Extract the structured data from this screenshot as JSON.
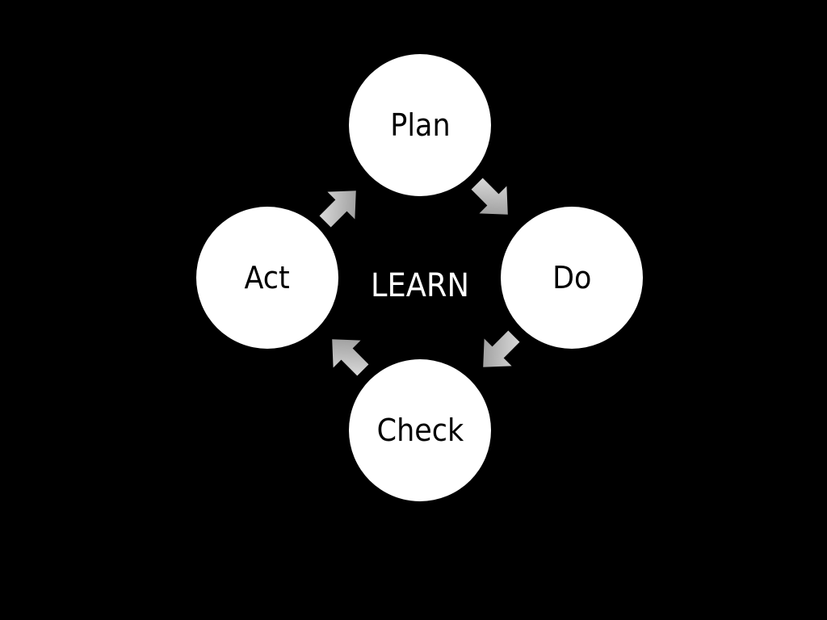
{
  "diagram": {
    "center_label": "LEARN",
    "nodes": [
      {
        "id": "plan",
        "label": "Plan"
      },
      {
        "id": "do",
        "label": "Do"
      },
      {
        "id": "check",
        "label": "Check"
      },
      {
        "id": "act",
        "label": "Act"
      }
    ],
    "arrows": [
      {
        "from": "plan",
        "to": "do"
      },
      {
        "from": "do",
        "to": "check"
      },
      {
        "from": "check",
        "to": "act"
      },
      {
        "from": "act",
        "to": "plan"
      }
    ],
    "colors": {
      "background": "#000000",
      "node_fill": "#ffffff",
      "node_text": "#000000",
      "center_text": "#ffffff",
      "arrow_light": "#e6e6e6",
      "arrow_dark": "#8c8c8c"
    },
    "arrow_icon": "gradient-arrow-icon"
  }
}
